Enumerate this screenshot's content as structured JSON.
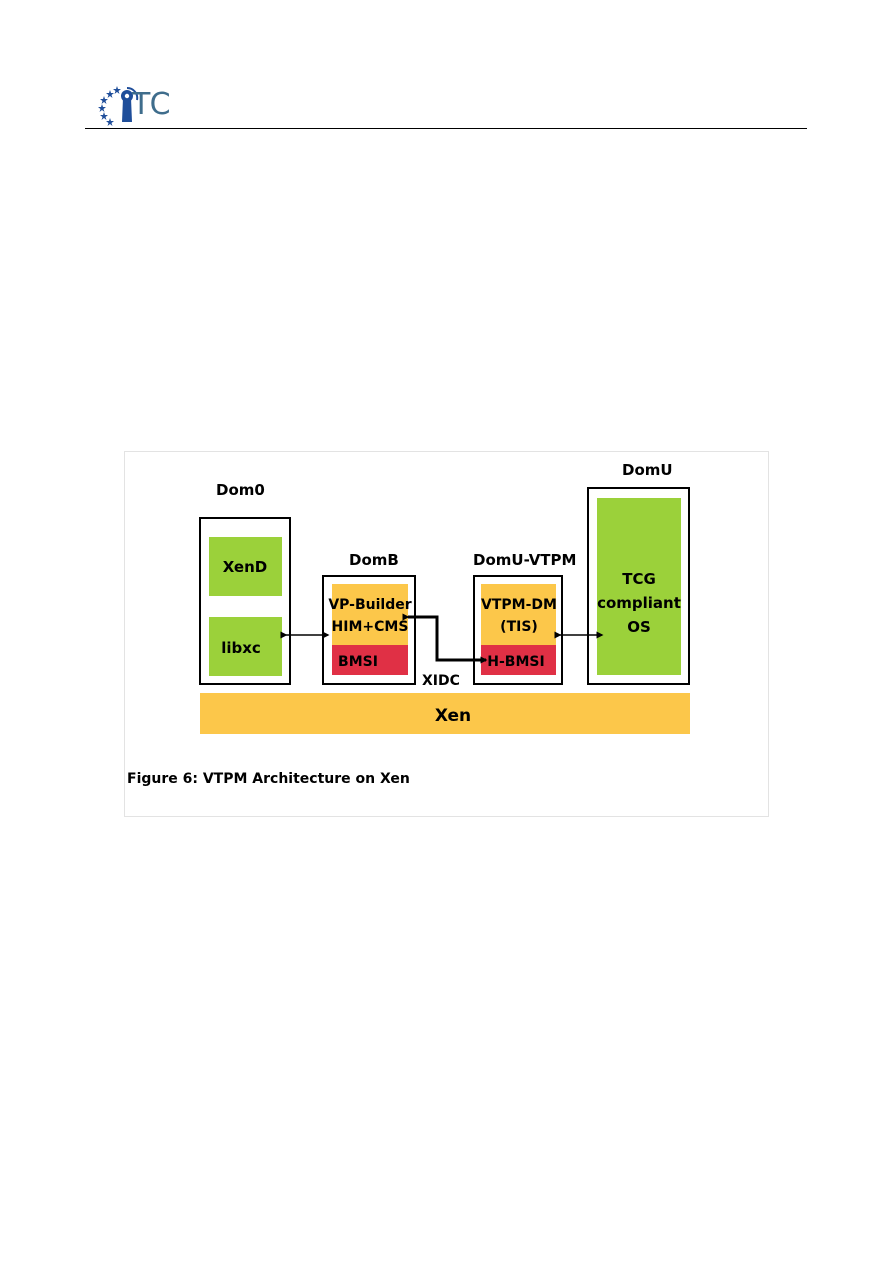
{
  "header": {
    "logo_text": "TC",
    "logo_colors": {
      "stars": "#1f4e9a",
      "keyhole": "#1f4e9a",
      "text": "#3f6d8c"
    }
  },
  "diagram": {
    "colors": {
      "green": "#9bd13a",
      "orange": "#fcc74a",
      "red": "#e03045",
      "border": "#000000"
    },
    "dom0": {
      "title": "Dom0",
      "xend": "XenD",
      "libxc": "libxc"
    },
    "domb": {
      "title": "DomB",
      "vp_builder_line1": "VP-Builder",
      "vp_builder_line2": "HIM+CMS",
      "bmsi": "BMSI"
    },
    "domu_vtpm": {
      "title": "DomU-VTPM",
      "vtpm_dm_line1": "VTPM-DM",
      "vtpm_dm_line2": "(TIS)",
      "h_bmsi": "H-BMSI"
    },
    "domu": {
      "title": "DomU",
      "os_line1": "TCG",
      "os_line2": "compliant",
      "os_line3": "OS"
    },
    "xidc_label": "XIDC",
    "xen_label": "Xen"
  },
  "caption": "Figure 6: VTPM Architecture on Xen"
}
